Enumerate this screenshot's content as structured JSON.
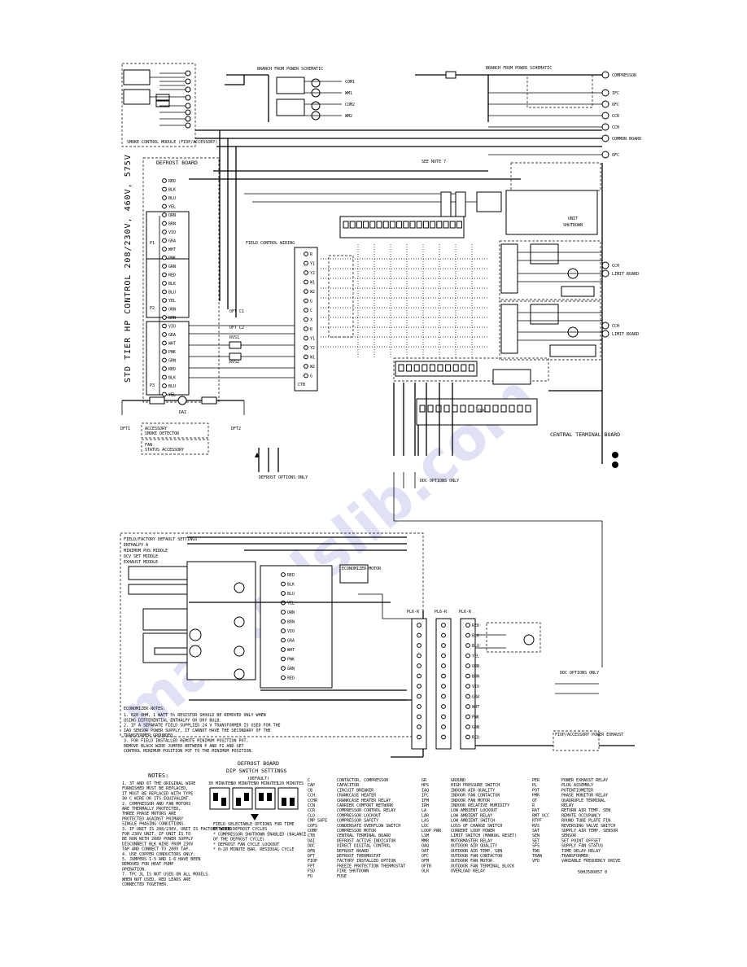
{
  "watermark": "manualslib.com",
  "side_title": "STD TIER HP CONTROL 208/230V, 460V, 575V",
  "boards": {
    "defrost_board": "DEFROST BOARD",
    "central_terminal_board": "CENTRAL TERMINAL BOARD",
    "economizer_motor": "ECONOMIZER MOTOR",
    "field_control_wiring": "FIELD CONTROL WIRING",
    "smoke_control_module": "SMOKE CONTROL MODULE (FIOP/ACCESSORY)",
    "power_exhaust": "FIOP/ACCESSORY POWER EXHAUST"
  },
  "top_labels": {
    "wiring_from_left": "BRANCH FROM POWER SCHEMATIC",
    "wiring_from_right": "BRANCH FROM POWER SCHEMATIC",
    "see_note_7": "SEE NOTE 7"
  },
  "options": {
    "defrost_options": "DEFROST OPTIONS ONLY",
    "ddc_options": "DDC OPTIONS ONLY",
    "ddc_options_2": "DDC OPTIONS ONLY"
  },
  "left_terminals": [
    "R",
    "Y1",
    "Y2",
    "W1",
    "W2",
    "G",
    "C",
    "X"
  ],
  "wire_colors": [
    "RED",
    "BLK",
    "BLU",
    "YEL",
    "ORN",
    "BRN",
    "VIO",
    "GRA",
    "WHT",
    "PNK",
    "GRN"
  ],
  "economizer_notes": {
    "title": "ECONOMIZER NOTES:",
    "lines": [
      "1. 620 OHM, 1 WATT 5% RESISTOR SHOULD BE REMOVED ONLY WHEN",
      "   USING DIFFERENTIAL ENTHALPY OR DRY BULB.",
      "2. IF A SEPARATE FIELD SUPPLIED 24 V TRANSFORMER IS USED FOR THE",
      "   IAQ SENSOR POWER SUPPLY, IT CANNOT HAVE THE SECONDARY OF THE",
      "   TRANSFORMER GROUNDED.",
      "3. FOR FIELD INSTALLED REMOTE MINIMUM POSITION POT,",
      "   REMOVE BLACK WIRE JUMPER BETWEEN P AND P1 AND SET",
      "   CONTROL MINIMUM POSITION POT TO THE MINIMUM POSITION."
    ]
  },
  "notes": {
    "title": "NOTES:",
    "lines": [
      "1. 3T AND 6T THE ORIGINAL WIRE",
      "   FURNISHED MUST BE REPLACED,",
      "   IT MUST BE REPLACED WITH TYPE",
      "   90 C WIRE OR ITS EQUIVALENT.",
      "2. COMPRESSOR AND FAN MOTORS",
      "   ARE THERMALLY PROTECTED,",
      "   THREE PHASE MOTORS ARE",
      "   PROTECTED AGAINST PRIMARY",
      "   SINGLE PHASING CONDITIONS.",
      "3. IF UNIT IS 208/230V, UNIT IS FACTORY WIRED",
      "   FOR 230V UNIT. IF UNIT IS TO",
      "   BE RUN WITH 208V POWER SUPPLY",
      "   DISCONNECT BLK WIRE FROM 230V",
      "   TAP AND CONNECT TO 200V TAP.",
      "4. USE COPPER CONDUCTORS ONLY.",
      "5. JUMPERS 1-5 AND 1-6 HAVE BEEN",
      "   REMOVED FOR HEAT PUMP",
      "   OPERATION.",
      "7. TPC 3L IS NOT USED ON ALL MODELS.",
      "   WHEN NOT USED, RED LEADS ARE",
      "   CONNECTED TOGETHER."
    ]
  },
  "dip_switch": {
    "title": "DEFROST BOARD",
    "subtitle": "DIP SWITCH SETTINGS",
    "default": "(DEFAULT)",
    "options": [
      "30 MINUTES",
      "60 MINUTES",
      "90 MINUTES",
      "120 MINUTES"
    ],
    "notes": [
      "FIELD SELECTABLE OPTIONS FOR TIME",
      "BETWEEN DEFROST CYCLES",
      "* COMPRESSOR SHUTDOWN ENABLED (BALANCE",
      "  OF THE DEFROST CYCLE)",
      "* DEFROST FAN CYCLE LOCKOUT",
      "* 0-20 MINUTE BAR, RESIDUAL CYCLE"
    ]
  },
  "legend": [
    [
      "C",
      "CONTACTOR, COMPRESSOR"
    ],
    [
      "CAP",
      "CAPACITOR"
    ],
    [
      "CB",
      "CIRCUIT BREAKER"
    ],
    [
      "CCH",
      "CRANKCASE HEATER"
    ],
    [
      "CCHR",
      "CRANKCASE HEATER RELAY"
    ],
    [
      "CCN",
      "CARRIER COMFORT NETWORK"
    ],
    [
      "CCR",
      "COMPRESSOR CONTROL RELAY"
    ],
    [
      "CLO",
      "COMPRESSOR LOCKOUT"
    ],
    [
      "CMP SAFE",
      "COMPRESSOR SAFETY"
    ],
    [
      "COFS",
      "CONDENSATE OVERFLOW SWITCH"
    ],
    [
      "COMP",
      "COMPRESSOR MOTOR"
    ],
    [
      "CTB",
      "CENTRAL TERMINAL BOARD"
    ],
    [
      "DAI",
      "DEFROST ACTIVE INDICATOR"
    ],
    [
      "DDC",
      "DIRECT DIGITAL CONTROL"
    ],
    [
      "DFB",
      "DEFROST BOARD"
    ],
    [
      "DFT",
      "DEFROST THERMOSTAT"
    ],
    [
      "FIOP",
      "FACTORY INSTALLED OPTION"
    ],
    [
      "FPT",
      "FREEZE PROTECTION THERMOSTAT"
    ],
    [
      "FSD",
      "FIRE SHUTDOWN"
    ],
    [
      "FU",
      "FUSE"
    ],
    [
      "GR",
      "GROUND"
    ],
    [
      "HPS",
      "HIGH PRESSURE SWITCH"
    ],
    [
      "IAQ",
      "INDOOR AIR QUALITY"
    ],
    [
      "IFC",
      "INDOOR FAN CONTACTOR"
    ],
    [
      "IFM",
      "INDOOR FAN MOTOR"
    ],
    [
      "IRH",
      "INDOOR RELATIVE HUMIDITY"
    ],
    [
      "LA",
      "LOW AMBIENT LOCKOUT"
    ],
    [
      "LAR",
      "LOW AMBIENT RELAY"
    ],
    [
      "LAS",
      "LOW AMBIENT SWITCH"
    ],
    [
      "LOC",
      "LOSS OF CHARGE SWITCH"
    ],
    [
      "LOOP PWR",
      "CURRENT LOOP POWER"
    ],
    [
      "LSM",
      "LIMIT SWITCH (MANUAL RESET)"
    ],
    [
      "MMR",
      "MOTORMASTER RELAY"
    ],
    [
      "OAQ",
      "OUTDOOR AIR QUALITY"
    ],
    [
      "OAT",
      "OUTDOOR AIR TEMP. SEN"
    ],
    [
      "OFC",
      "OUTDOOR FAN CONTACTOR"
    ],
    [
      "OFM",
      "OUTDOOR FAN MOTOR"
    ],
    [
      "OFTB",
      "OUTDOOR FAN TERMINAL BLOCK"
    ],
    [
      "OLR",
      "OVERLOAD RELAY"
    ],
    [
      "PER",
      "POWER EXHAUST RELAY"
    ],
    [
      "PL",
      "PLUG ASSEMBLY"
    ],
    [
      "POT",
      "POTENTIOMETER"
    ],
    [
      "PMR",
      "PHASE MONITOR RELAY"
    ],
    [
      "QT",
      "QUADRUPLE TERMINAL"
    ],
    [
      "R",
      "RELAY"
    ],
    [
      "RAT",
      "RETURN AIR TEMP. SEN"
    ],
    [
      "RMT OCC",
      "REMOTE OCCUPANCY"
    ],
    [
      "RTPF",
      "ROUND TUBE PLATE FIN"
    ],
    [
      "RVS",
      "REVERSING VALVE SWITCH"
    ],
    [
      "SAT",
      "SUPPLY AIR TEMP. SENSOR"
    ],
    [
      "SEN",
      "SENSOR"
    ],
    [
      "SET",
      "SET POINT OFFSET"
    ],
    [
      "SFS",
      "SUPPLY FAN STATUS"
    ],
    [
      "TDR",
      "TIME DELAY RELAY"
    ],
    [
      "TRAN",
      "TRANSFORMER"
    ],
    [
      "VFD",
      "VARIABLE FREQUENCY DRIVE"
    ]
  ],
  "drawing_number": "50HJ500857  0"
}
